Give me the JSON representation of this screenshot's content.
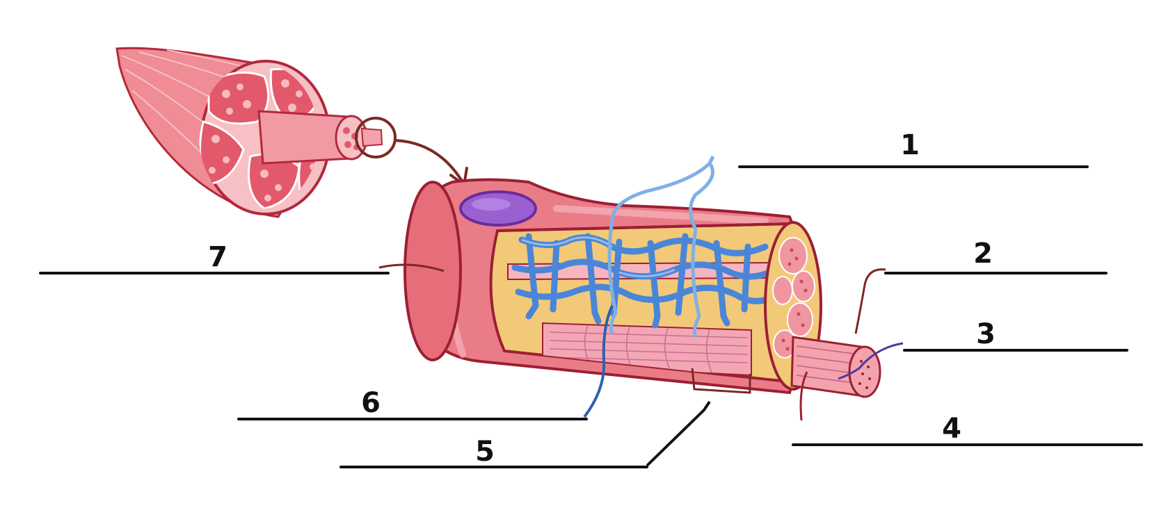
{
  "labels": {
    "l1": "1",
    "l2": "2",
    "l3": "3",
    "l4": "4",
    "l5": "5",
    "l6": "6",
    "l7": "7"
  },
  "colors": {
    "muscle_pink": "#e8737f",
    "muscle_light": "#f3a3ab",
    "outline": "#9c1f32",
    "network_blue": "#4a86d8",
    "network_light": "#8fb8ea",
    "nucleus_purple": "#9a5fd0",
    "fat_yellow": "#f2c979",
    "arrow_brown": "#7a2a22",
    "ink": "#111111"
  }
}
